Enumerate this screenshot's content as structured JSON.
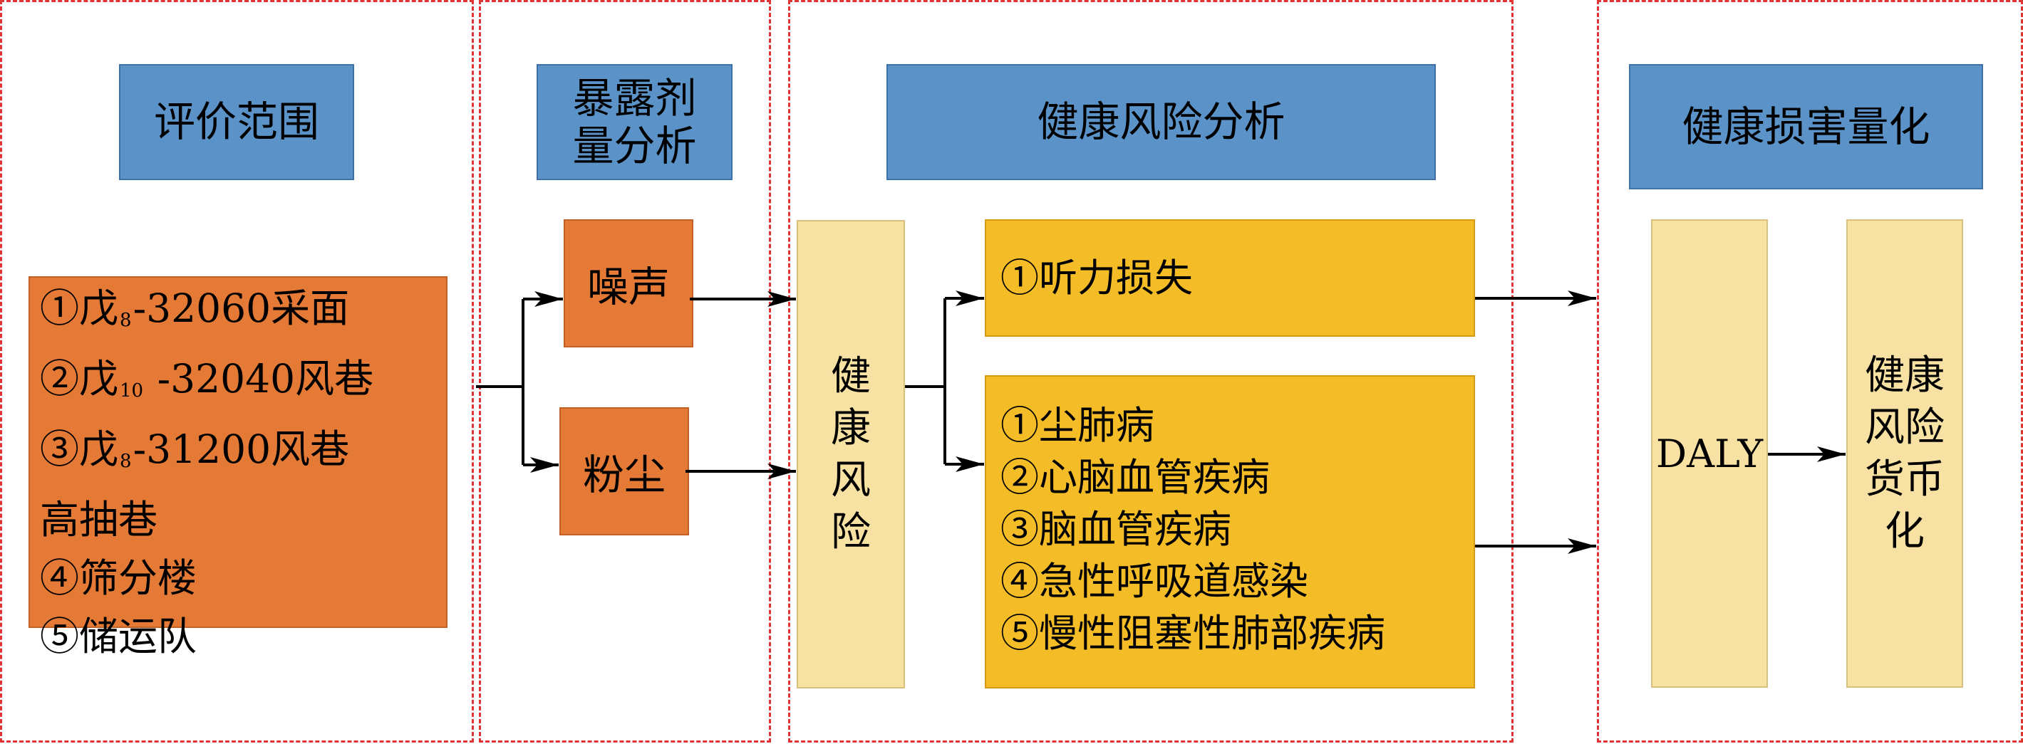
{
  "sections": {
    "scope": {
      "header": "评价范围",
      "items": [
        {
          "prefix": "①戊",
          "sub": "8",
          "suffix": "-32060采面"
        },
        {
          "prefix": "②戊",
          "sub": "10",
          "suffix": " -32040风巷"
        },
        {
          "prefix": "③戊",
          "sub": "8",
          "suffix": "-31200风巷"
        },
        {
          "text": "高抽巷"
        },
        {
          "text": "④筛分楼"
        },
        {
          "text": "⑤储运队"
        }
      ]
    },
    "exposure": {
      "header_line1": "暴露剂",
      "header_line2": "量分析",
      "noise": "噪声",
      "dust": "粉尘"
    },
    "risk": {
      "header": "健康风险分析",
      "label": "健康风险",
      "noise_effects": [
        "①听力损失"
      ],
      "dust_effects": [
        "①尘肺病",
        "②心脑血管疾病",
        "③脑血管疾病",
        "④急性呼吸道感染",
        "⑤慢性阻塞性肺部疾病"
      ]
    },
    "quant": {
      "header": "健康损害量化",
      "daly": "DALY",
      "monetize": "健康风险货币化"
    }
  },
  "colors": {
    "dashed_border": "#e03434",
    "header_blue": "#5b93c8",
    "orange": "#e47a35",
    "yellow": "#f4bc26",
    "cream": "#f8e2a3"
  }
}
